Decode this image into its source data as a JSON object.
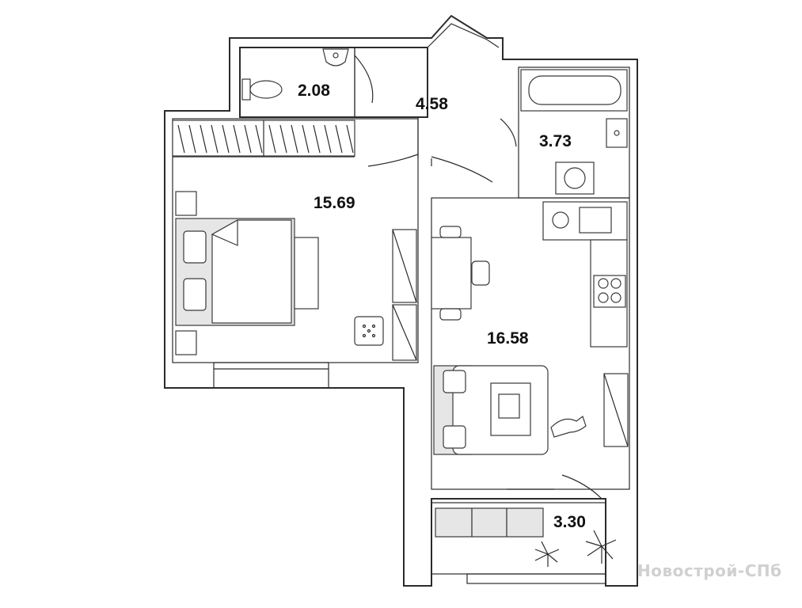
{
  "rooms": {
    "bathroom_wc": {
      "area": "2.08"
    },
    "hallway": {
      "area": "4.58"
    },
    "bathroom": {
      "area": "3.73"
    },
    "bedroom": {
      "area": "15.69"
    },
    "kitchen_living": {
      "area": "16.58"
    },
    "balcony": {
      "area": "3.30"
    }
  },
  "watermark": "Новострой-СПб",
  "colors": {
    "line": "#2b2b2b",
    "fill_gray": "#e6e6e6",
    "watermark": "#d0d0d0"
  }
}
